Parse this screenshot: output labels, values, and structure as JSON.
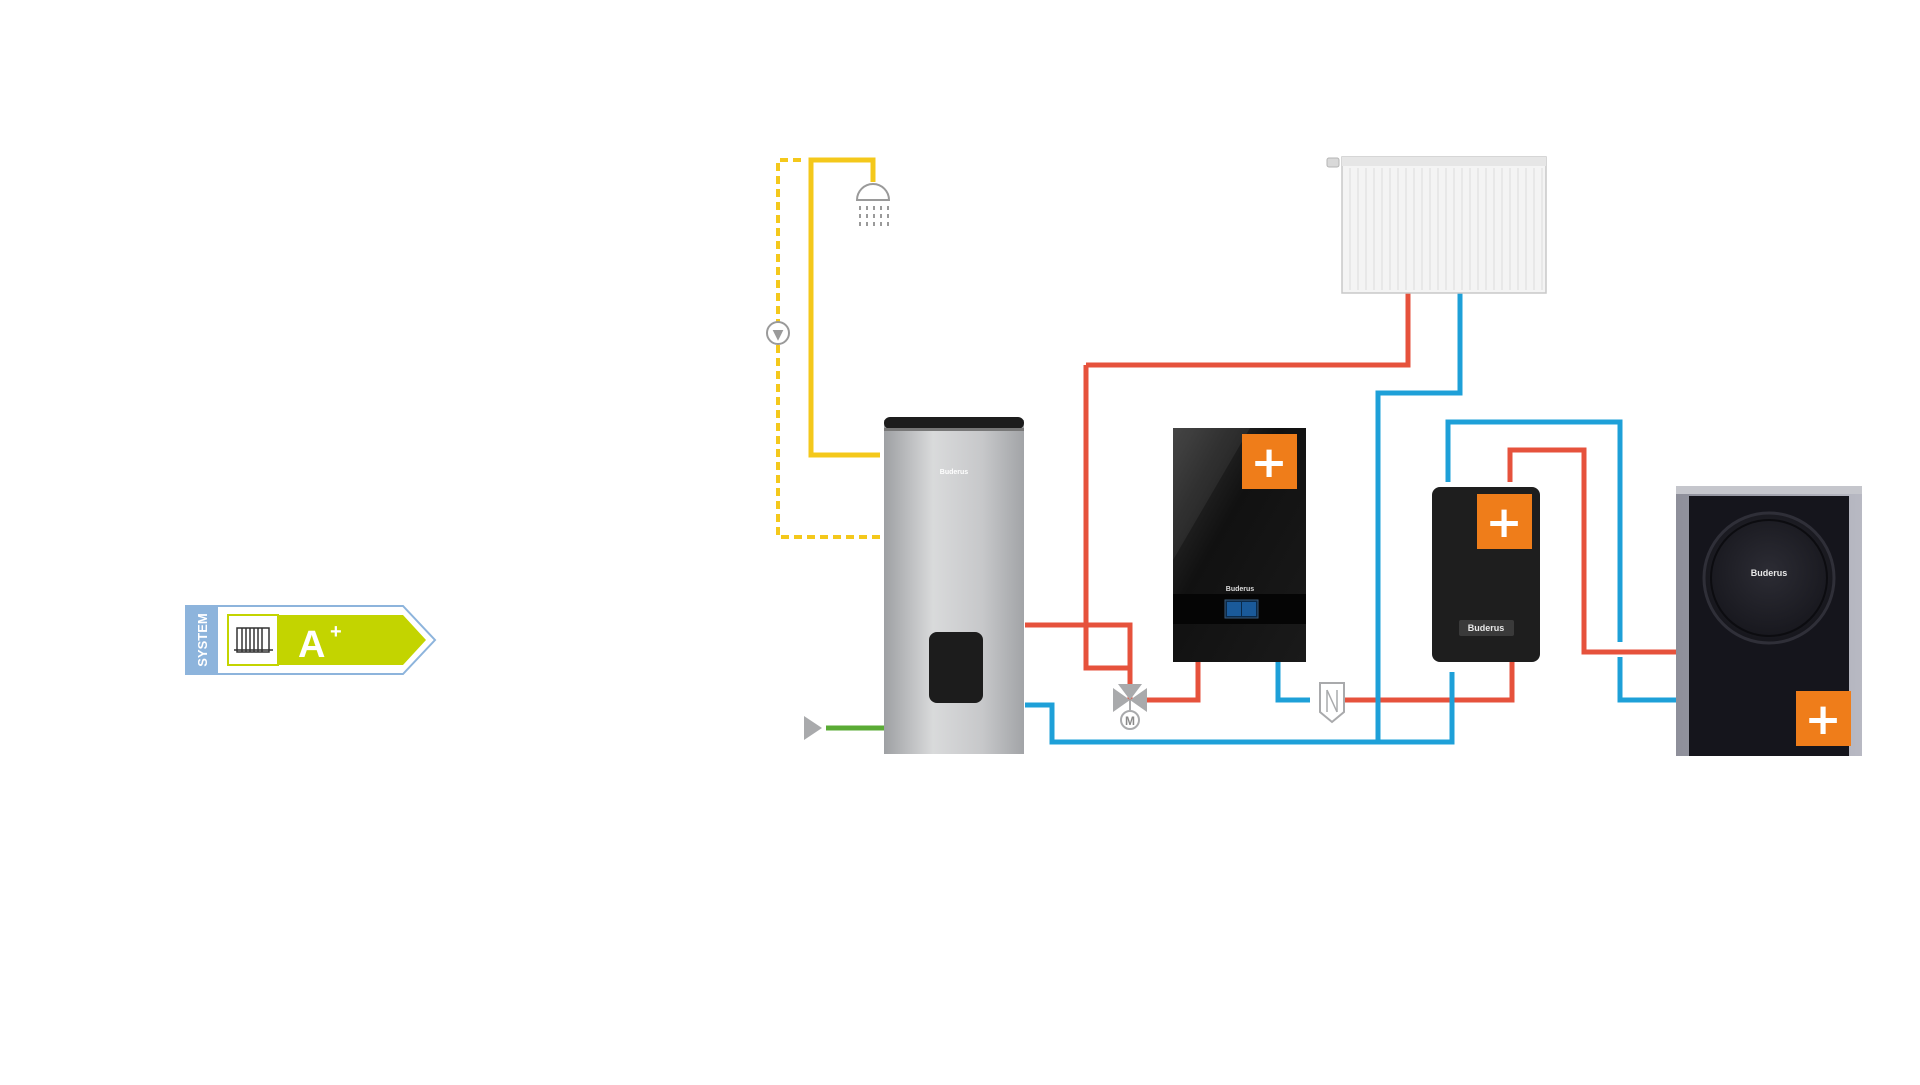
{
  "brand": "Buderus",
  "energy_label": {
    "system_text": "SYSTEM",
    "rating": "A",
    "rating_sup": "+"
  },
  "plus_symbol": "+",
  "pump_symbol": "▼",
  "valve_motor_symbol": "M",
  "colors": {
    "hot_water_pipe": "#e6523c",
    "cold_return_pipe": "#1ea0d8",
    "domestic_hot_water": "#f4c81b",
    "cold_water_inlet": "#5aab35",
    "accent_orange": "#ef7d1a",
    "label_blue": "#8db4dc",
    "label_green": "#c3d400",
    "unit_dark": "#1e1e1e"
  },
  "icons": {
    "shower": "shower-icon",
    "pump": "circulation-pump-icon",
    "mixing_valve": "motorized-3-way-valve-icon",
    "hydraulic_separator": "hydraulic-separator-icon",
    "radiator": "radiator-icon",
    "inlet_arrow": "cold-water-inlet-arrow-icon"
  }
}
